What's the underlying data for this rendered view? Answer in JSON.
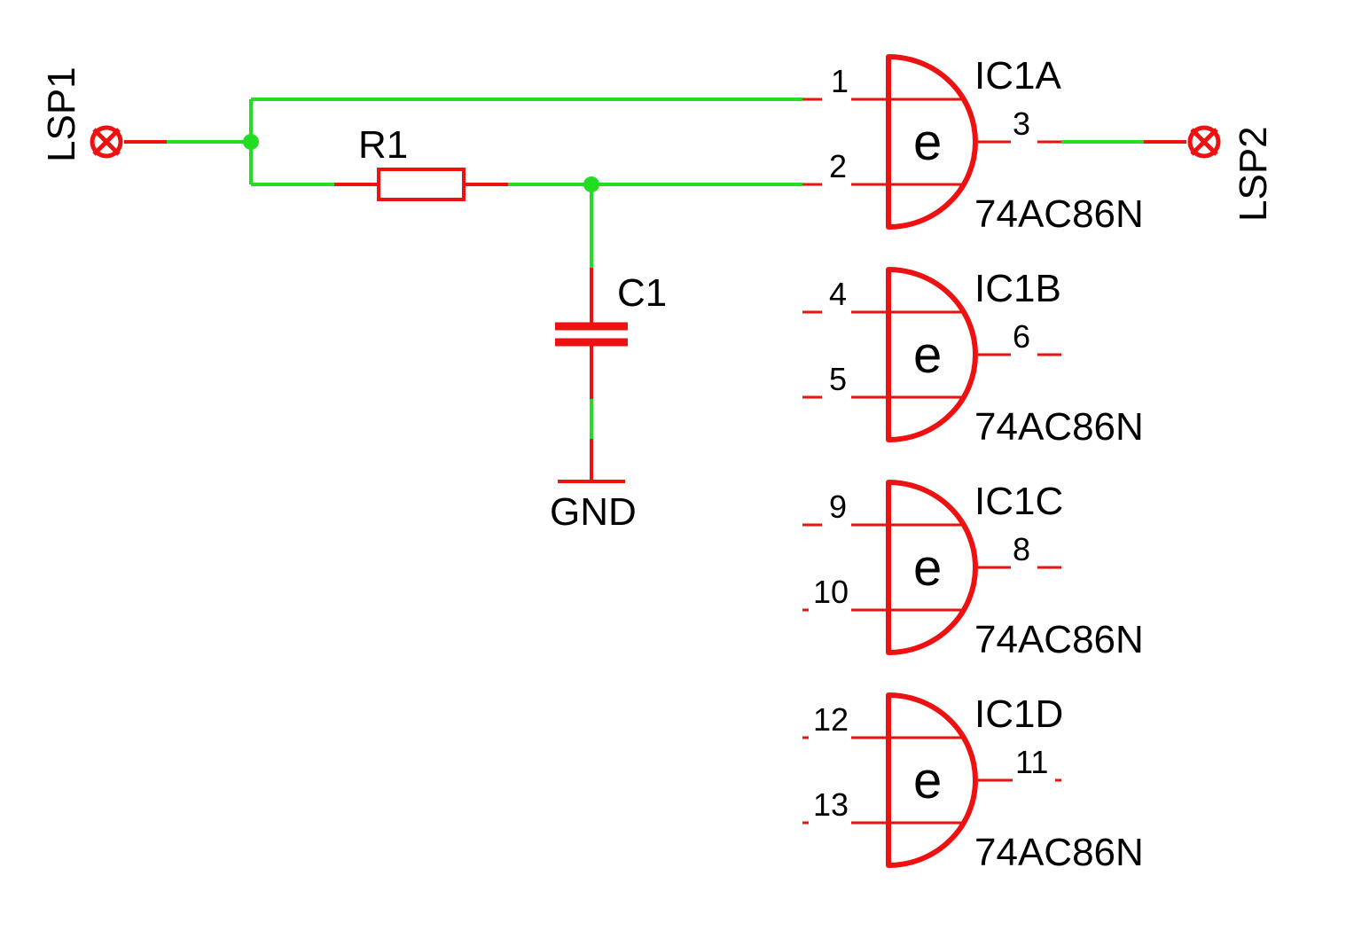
{
  "colors": {
    "wire": "#22dd22",
    "part": "#ee1111",
    "junction": "#22dd22",
    "text": "#000000"
  },
  "connectors": [
    {
      "name": "LSP1"
    },
    {
      "name": "LSP2"
    }
  ],
  "resistor": {
    "ref": "R1"
  },
  "capacitor": {
    "ref": "C1"
  },
  "ground": {
    "label": "GND"
  },
  "gates": [
    {
      "ref": "IC1A",
      "part": "74AC86N",
      "symbol": "e",
      "pins": [
        "1",
        "2",
        "3"
      ]
    },
    {
      "ref": "IC1B",
      "part": "74AC86N",
      "symbol": "e",
      "pins": [
        "4",
        "5",
        "6"
      ]
    },
    {
      "ref": "IC1C",
      "part": "74AC86N",
      "symbol": "e",
      "pins": [
        "9",
        "10",
        "8"
      ]
    },
    {
      "ref": "IC1D",
      "part": "74AC86N",
      "symbol": "e",
      "pins": [
        "12",
        "13",
        "11"
      ]
    }
  ]
}
